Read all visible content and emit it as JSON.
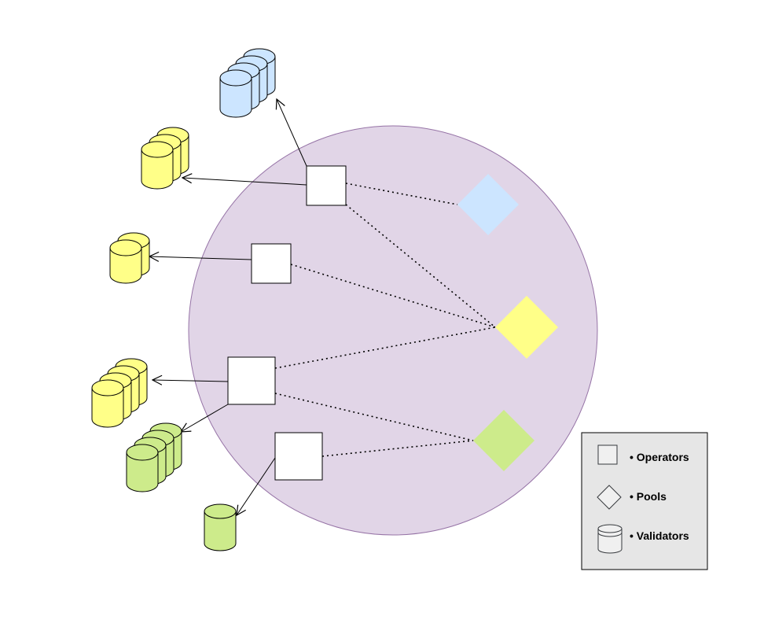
{
  "colors": {
    "circle_fill": "#e1d5e7",
    "circle_stroke": "#9673a6",
    "blue": "#cce5ff",
    "yellow": "#ffff88",
    "green": "#cdeb8b",
    "legend_fill": "#e6e6e6",
    "shape_stroke": "#36393d"
  },
  "legend": {
    "operators": "• Operators",
    "pools": "• Pools",
    "validators": "• Validators"
  }
}
